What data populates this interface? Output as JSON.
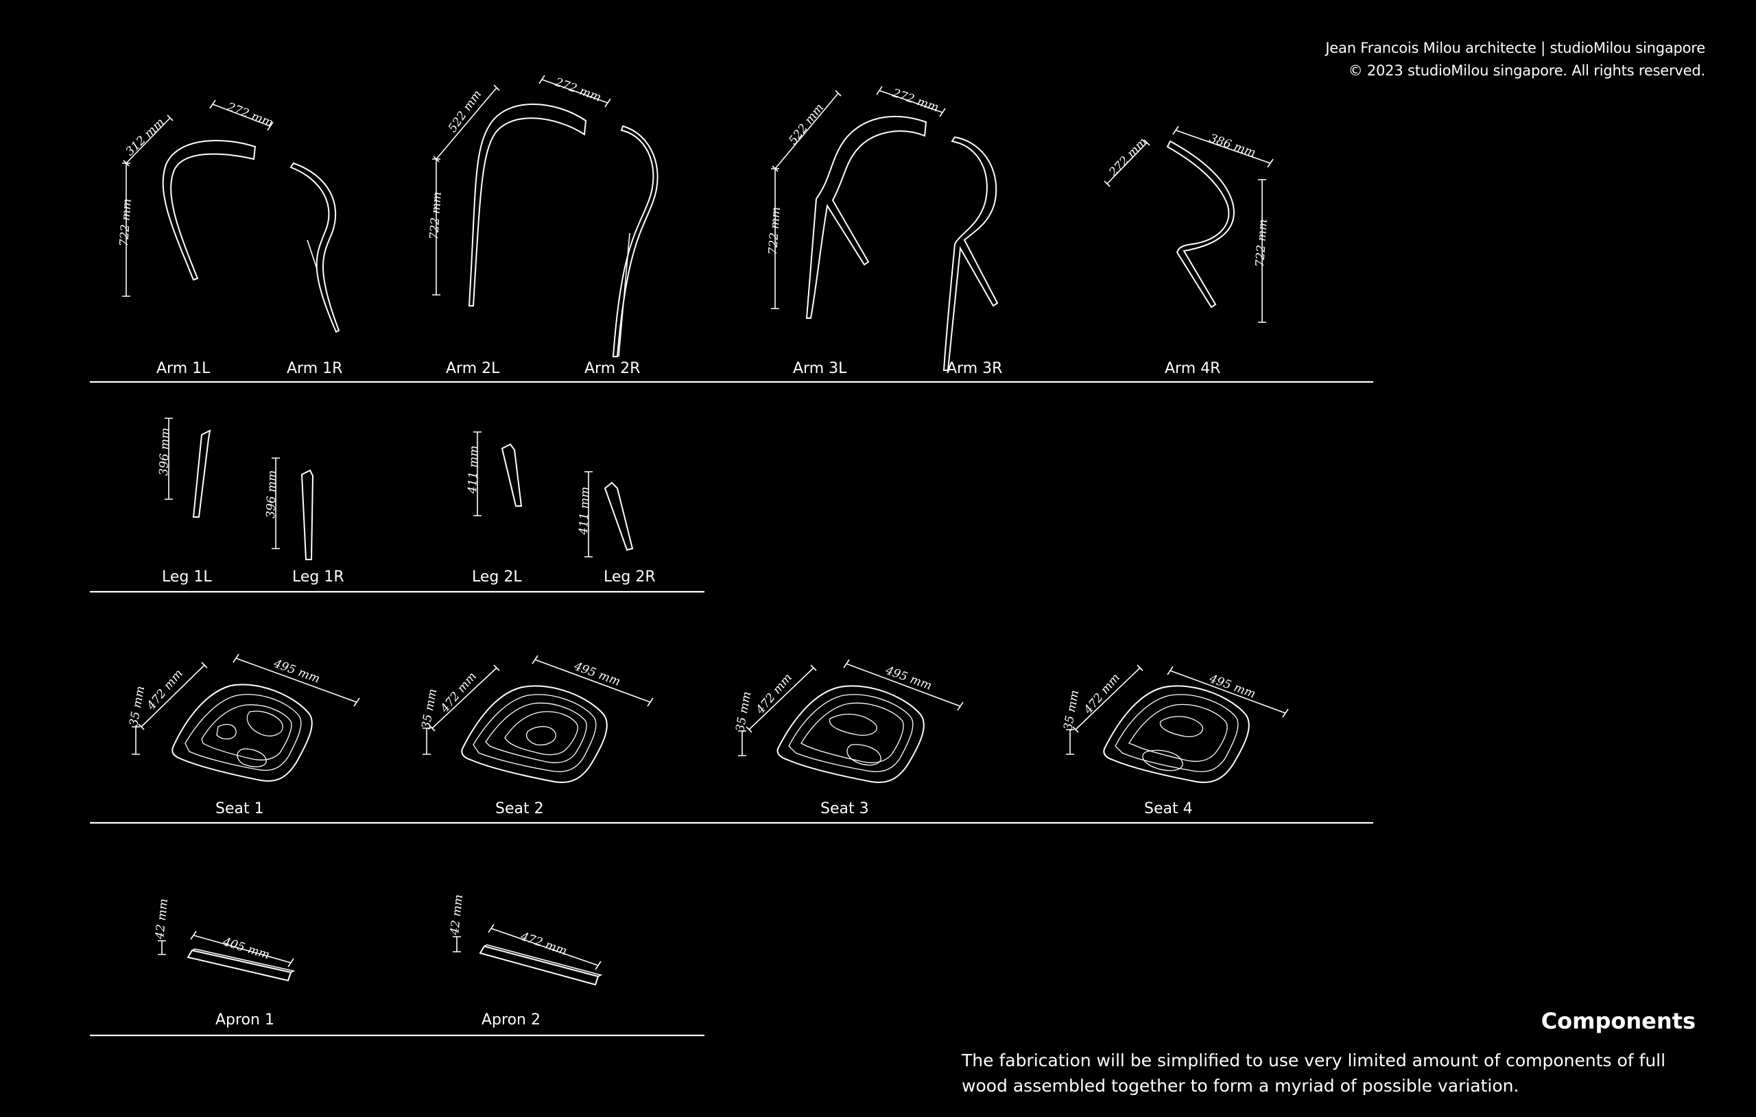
{
  "credits": {
    "line1": "Jean Francois Milou architecte | studioMilou singapore",
    "line2": "© 2023 studioMilou singapore. All rights reserved."
  },
  "components": {
    "title": "Components",
    "description": "The fabrication will be simplified to use very limited amount of components of full wood assembled together to form a myriad of possible variation."
  },
  "labels": {
    "arm_1l": "Arm 1L",
    "arm_1r": "Arm 1R",
    "arm_2l": "Arm 2L",
    "arm_2r": "Arm 2R",
    "arm_3l": "Arm 3L",
    "arm_3r": "Arm 3R",
    "arm_4r": "Arm 4R",
    "leg_1l": "Leg 1L",
    "leg_1r": "Leg 1R",
    "leg_2l": "Leg 2L",
    "leg_2r": "Leg 2R",
    "seat_1": "Seat 1",
    "seat_2": "Seat 2",
    "seat_3": "Seat 3",
    "seat_4": "Seat 4",
    "apron_1": "Apron 1",
    "apron_2": "Apron 2"
  },
  "dims": {
    "d722": "722 mm",
    "d312": "312 mm",
    "d272": "272 mm",
    "d522": "522 mm",
    "d386": "386 mm",
    "d396": "396 mm",
    "d411": "411 mm",
    "d35": "35 mm",
    "d472": "472 mm",
    "d495": "495 mm",
    "d42": "42 mm",
    "d405": "405 mm"
  }
}
